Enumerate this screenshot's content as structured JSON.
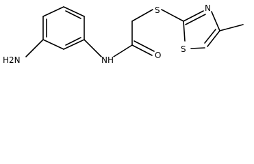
{
  "molecule": {
    "atoms": {
      "amine_n": "H2N",
      "amide_n": "NH",
      "carbonyl_o": "O",
      "thioether_s": "S",
      "ring_n": "N",
      "ring_s": "S"
    }
  }
}
